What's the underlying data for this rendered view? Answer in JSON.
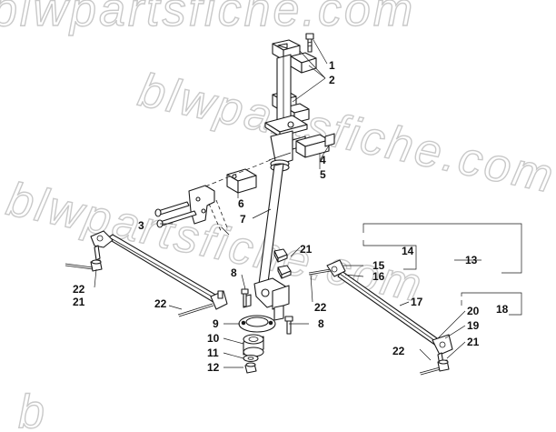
{
  "watermark": {
    "line1": "blwpartsfiche.com",
    "line2": "blwpartsfiche.com",
    "line3": "blwpartsfiche.com",
    "line4": "b"
  },
  "callouts": [
    {
      "id": "c1",
      "label": "1"
    },
    {
      "id": "c2",
      "label": "2"
    },
    {
      "id": "c3",
      "label": "3"
    },
    {
      "id": "c4",
      "label": "4"
    },
    {
      "id": "c5",
      "label": "5"
    },
    {
      "id": "c6",
      "label": "6"
    },
    {
      "id": "c7",
      "label": "7"
    },
    {
      "id": "c8a",
      "label": "8"
    },
    {
      "id": "c8b",
      "label": "8"
    },
    {
      "id": "c9",
      "label": "9"
    },
    {
      "id": "c10",
      "label": "10"
    },
    {
      "id": "c11",
      "label": "11"
    },
    {
      "id": "c12",
      "label": "12"
    },
    {
      "id": "c13",
      "label": "13"
    },
    {
      "id": "c14",
      "label": "14"
    },
    {
      "id": "c15",
      "label": "15"
    },
    {
      "id": "c16",
      "label": "16"
    },
    {
      "id": "c17",
      "label": "17"
    },
    {
      "id": "c18",
      "label": "18"
    },
    {
      "id": "c19",
      "label": "19"
    },
    {
      "id": "c20",
      "label": "20"
    },
    {
      "id": "c21a",
      "label": "21"
    },
    {
      "id": "c21b",
      "label": "21"
    },
    {
      "id": "c21c",
      "label": "21"
    },
    {
      "id": "c22a",
      "label": "22"
    },
    {
      "id": "c22b",
      "label": "22"
    },
    {
      "id": "c22c",
      "label": "22"
    },
    {
      "id": "c22d",
      "label": "22"
    }
  ]
}
